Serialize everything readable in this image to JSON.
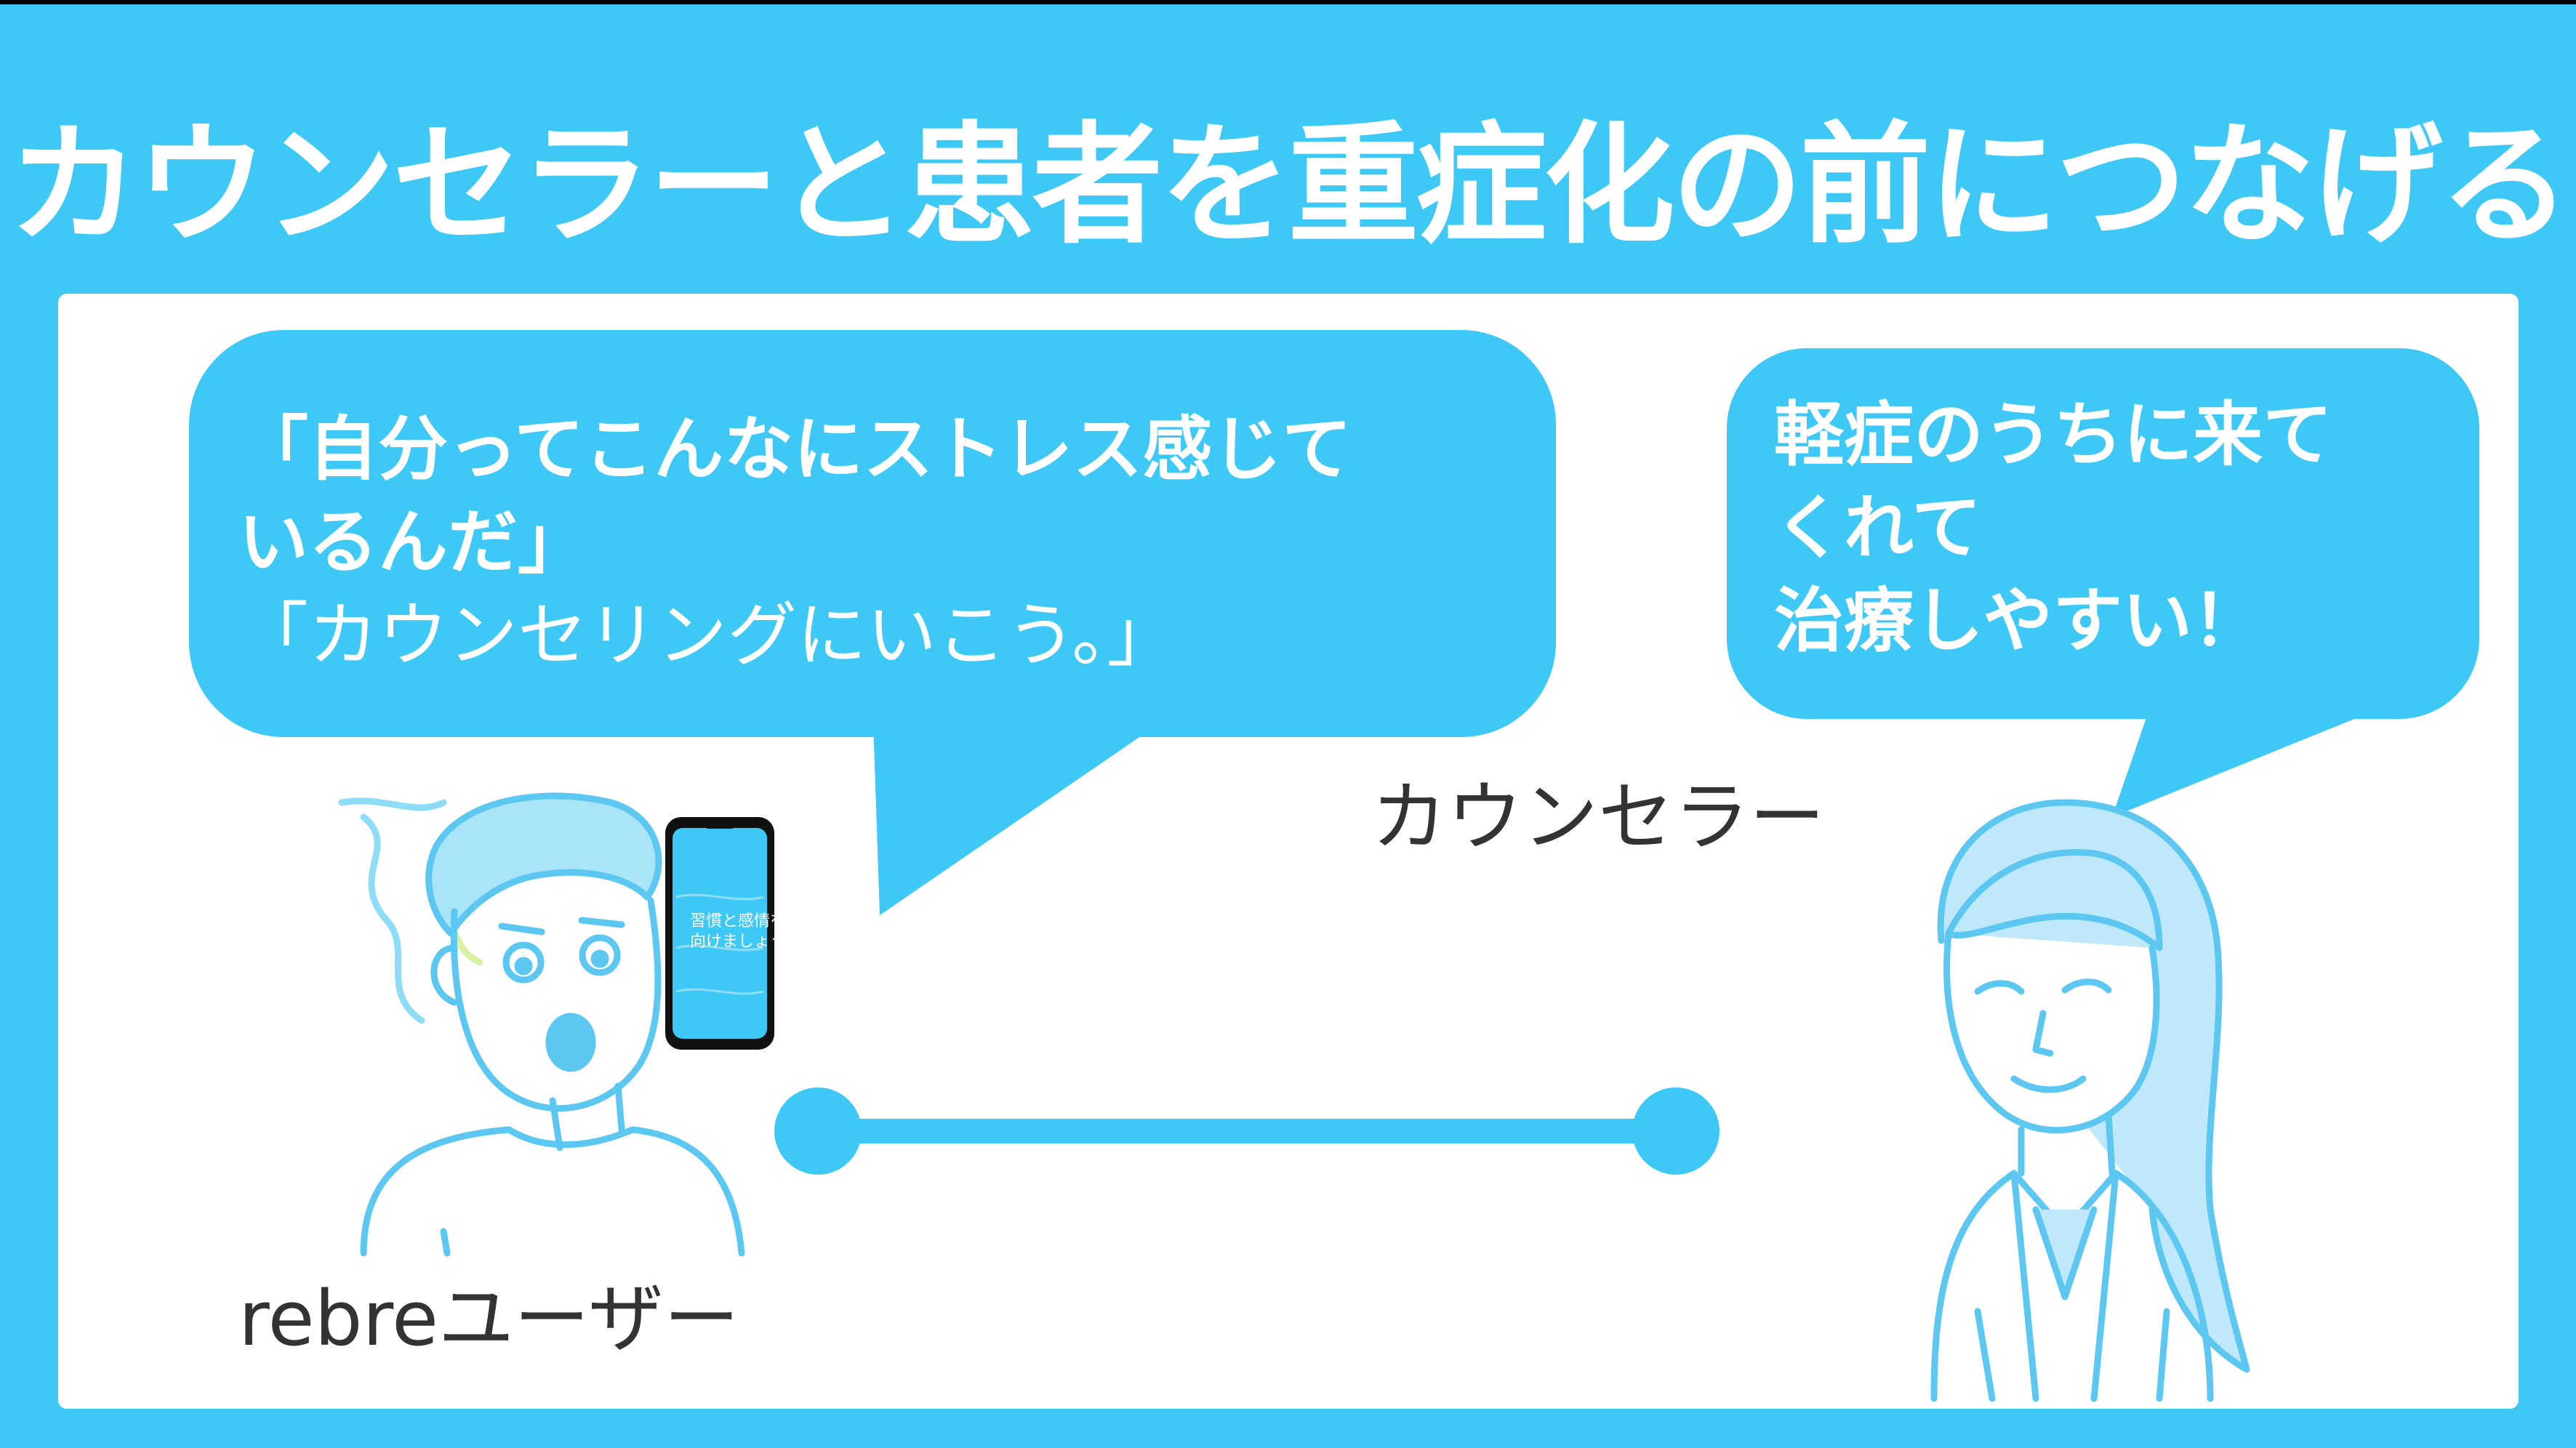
{
  "slide": {
    "title": "カウンセラーと患者を重症化の前につなげる"
  },
  "user_bubble": {
    "line1": "「自分ってこんなにストレス感じて",
    "line2": "いるんだ」",
    "line3": "「カウンセリングにいこう。」"
  },
  "counselor_bubble": {
    "line1": "軽症のうちに来て",
    "line2": "くれて",
    "line3": "治療しやすい！"
  },
  "labels": {
    "counselor": "カウンセラー",
    "user": "rebreユーザー"
  },
  "phone": {
    "screen_text": "習慣と感情を向けましょう"
  },
  "icons": {
    "user": "surprised-man-illustration",
    "counselor": "counselor-woman-illustration",
    "phone": "smartphone-icon",
    "connector": "connection-line"
  },
  "colors": {
    "background": "#3ec8f5",
    "panel": "#ffffff",
    "bubble": "#3ec8f5",
    "line_art": "#5cc7f0",
    "text_dark": "#333333"
  }
}
